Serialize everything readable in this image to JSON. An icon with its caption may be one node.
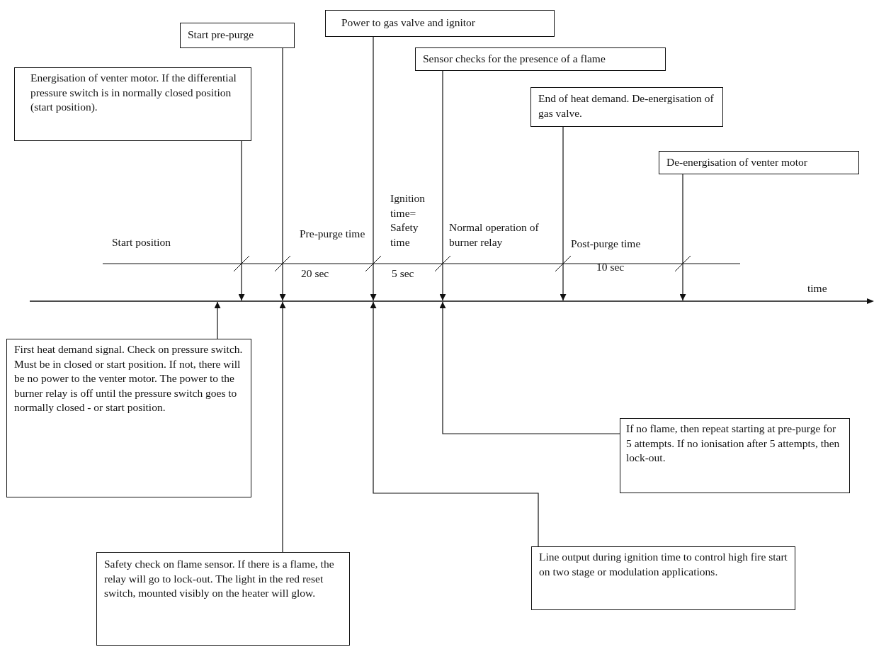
{
  "diagram": {
    "nodes": [
      {
        "text": [
          "Start pre-purge"
        ]
      },
      {
        "text": [
          "Power to gas valve and ignitor"
        ]
      },
      {
        "text": [
          "Sensor checks for the presence of a flame"
        ]
      },
      {
        "text": [
          "Energisation of venter motor. If the differential pressure switch is in normally closed position (start position)."
        ]
      },
      {
        "text": [
          "End of heat demand. De-energisation of gas valve."
        ]
      },
      {
        "text": [
          "De-energisation of venter motor"
        ]
      },
      {
        "text": [
          "First heat demand signal. Check on pressure switch. Must be in closed or start position. If not, there will be no power to the venter motor. The power to the burner relay is off until the pressure switch goes to normally closed - or start position."
        ]
      },
      {
        "text": [
          "If no flame, then repeat starting at pre-purge for 5 attempts. If no ionisation after 5 attempts, then lock-out."
        ]
      },
      {
        "text": [
          "Safety check on flame sensor. If there is a flame, the relay will go to lock-out. The light in the red reset switch, mounted visibly on the heater will glow."
        ]
      },
      {
        "text": [
          "Line output during ignition time to control high fire start on two stage or modulation applications."
        ]
      }
    ],
    "edges": [
      {
        "from": 3,
        "to": null,
        "arrow": "to"
      },
      {
        "from": 0,
        "to": null,
        "arrow": "to"
      },
      {
        "from": 1,
        "to": null,
        "arrow": "to"
      },
      {
        "from": 2,
        "to": null,
        "arrow": "to"
      },
      {
        "from": 4,
        "to": null,
        "arrow": "to"
      },
      {
        "from": 5,
        "to": null,
        "arrow": "to"
      },
      {
        "from": 6,
        "to": null,
        "arrow": "to"
      },
      {
        "from": 8,
        "to": null,
        "arrow": "to"
      },
      {
        "from": 9,
        "to": null,
        "arrow": "to"
      },
      {
        "from": 7,
        "to": null,
        "arrow": "to"
      }
    ],
    "labels": [
      "Ignition time= Safety time",
      "Pre-purge time",
      "Normal operation of burner relay",
      "Start position",
      "Post-purge time",
      "time",
      "20 sec",
      "5 sec",
      "10 sec"
    ]
  }
}
